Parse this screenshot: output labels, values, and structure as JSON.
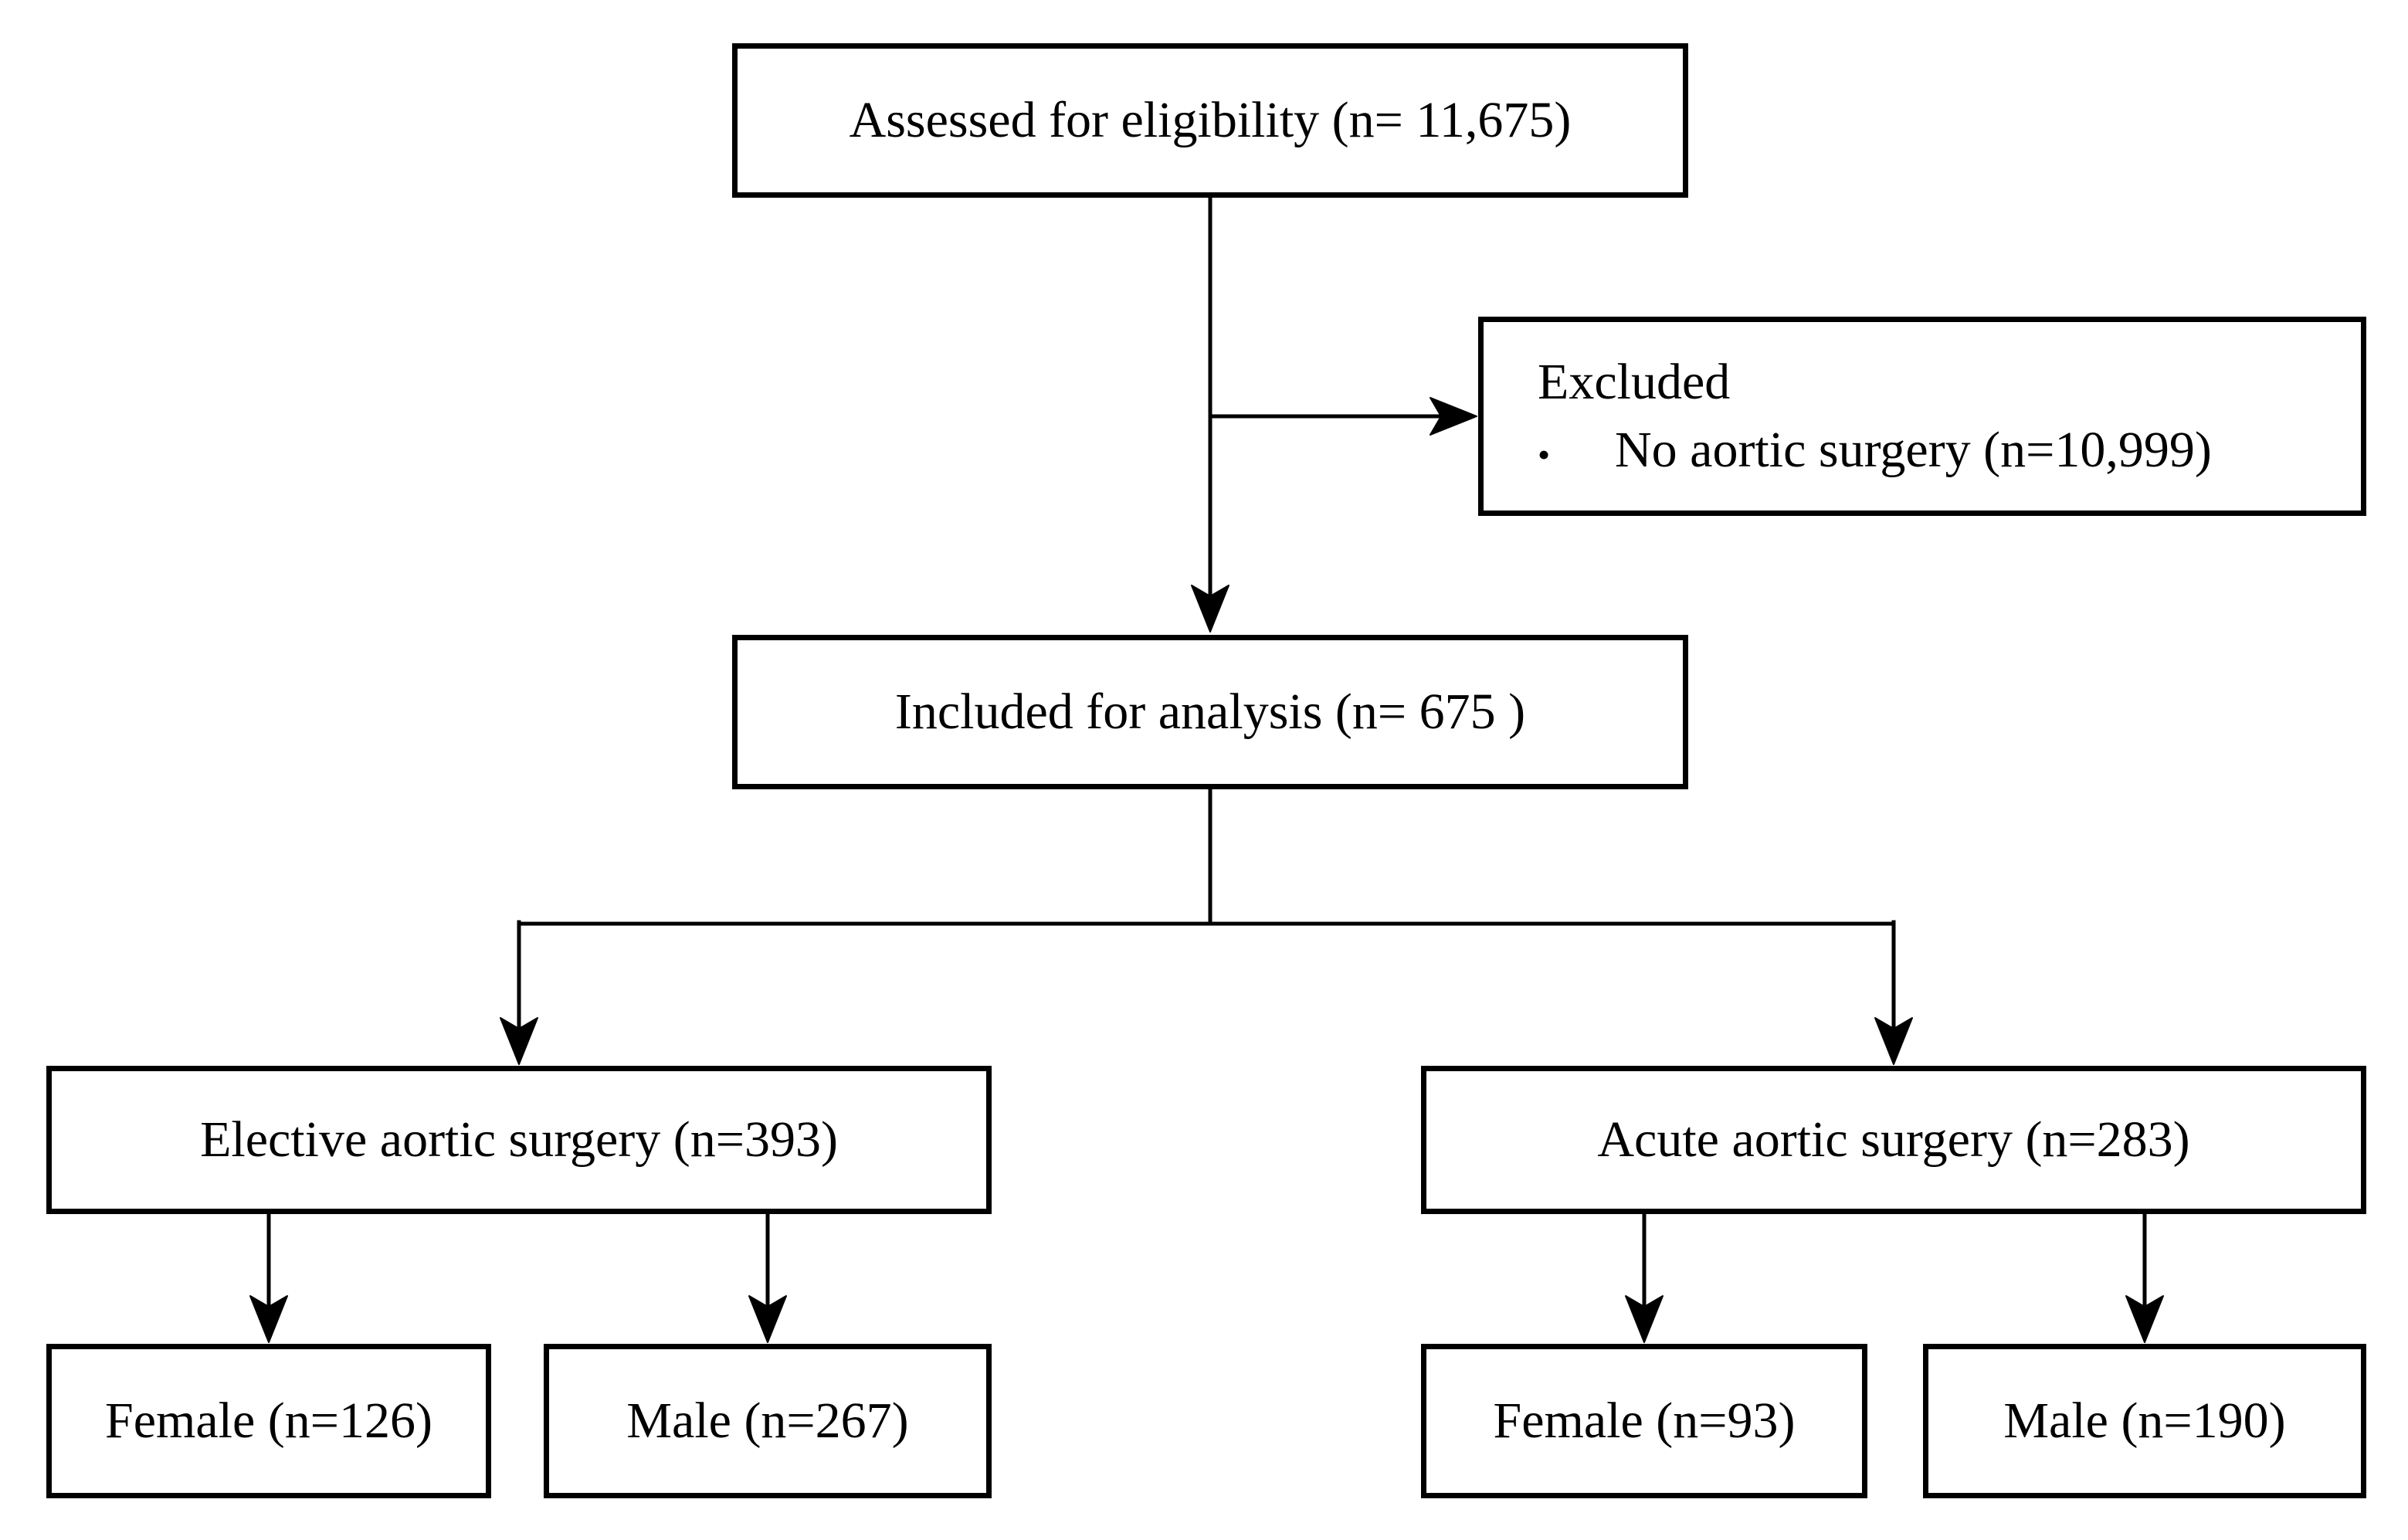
{
  "diagram": {
    "type": "flowchart",
    "background_color": "#ffffff",
    "box_fill": "#ffffff",
    "box_border_color": "#000000",
    "text_color": "#000000",
    "nodes": {
      "assessed": {
        "label": "Assessed for eligibility (n= 11,675)"
      },
      "excluded": {
        "title": "Excluded",
        "bullet_glyph": "•",
        "item": "No aortic surgery (n=10,999)"
      },
      "included": {
        "label": "Included for analysis (n= 675 )"
      },
      "elective": {
        "label": "Elective aortic surgery (n=393)"
      },
      "acute": {
        "label": "Acute aortic surgery (n=283)"
      },
      "elective_female": {
        "label": "Female (n=126)"
      },
      "elective_male": {
        "label": "Male (n=267)"
      },
      "acute_female": {
        "label": "Female (n=93)"
      },
      "acute_male": {
        "label": "Male (n=190)"
      }
    },
    "edges": [
      {
        "from": "assessed",
        "to": "excluded",
        "style": "arrow"
      },
      {
        "from": "assessed",
        "to": "included",
        "style": "arrow"
      },
      {
        "from": "included",
        "to": "elective",
        "style": "arrow"
      },
      {
        "from": "included",
        "to": "acute",
        "style": "arrow"
      },
      {
        "from": "elective",
        "to": "elective_female",
        "style": "arrow"
      },
      {
        "from": "elective",
        "to": "elective_male",
        "style": "arrow"
      },
      {
        "from": "acute",
        "to": "acute_female",
        "style": "arrow"
      },
      {
        "from": "acute",
        "to": "acute_male",
        "style": "arrow"
      }
    ]
  }
}
